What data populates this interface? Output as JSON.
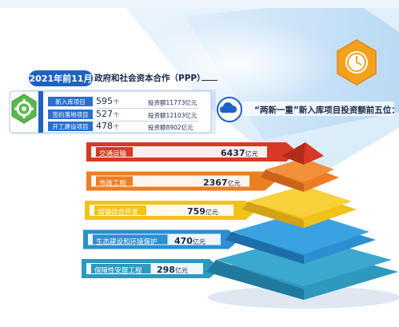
{
  "header": {
    "tab_label": "2021年前11月",
    "title": "政府和社会资本合作（PPP）"
  },
  "summary_rows": [
    {
      "label": "新入库项目",
      "count": "595",
      "unit": "个",
      "investment": "投资额11773亿元"
    },
    {
      "label": "签约落地项目",
      "count": "527",
      "unit": "个",
      "investment": "投资额12103亿元"
    },
    {
      "label": "开工建设项目",
      "count": "478",
      "unit": "个",
      "investment": "投资额8902亿元"
    }
  ],
  "right_title": "“两新一重”新入库项目投资额前五位：",
  "value_unit": "亿元",
  "icons": {
    "gear": "gear-icon",
    "cloud": "cloud-icon",
    "clock": "clock-icon"
  },
  "colors": {
    "accent_blue": "#1e63c4",
    "gear_green": "#57b94a",
    "clock_orange": "#f4a21d",
    "tier_red": "#d63a24",
    "tier_orange": "#ef7d22",
    "tier_yellow": "#f2c21c",
    "tier_blue": "#2b8fd1",
    "tier_teal": "#2f98bd"
  },
  "chart_data": {
    "type": "bar",
    "title": "“两新一重”新入库项目投资额前五位：",
    "categories": [
      "交通运输",
      "市政工程",
      "城镇综合开发",
      "生态建设和环境保护",
      "保障性安居工程"
    ],
    "values": [
      6437,
      2367,
      759,
      470,
      298
    ],
    "value_labels": [
      "6437",
      "2367",
      "759",
      "470",
      "298"
    ],
    "unit": "亿元"
  }
}
